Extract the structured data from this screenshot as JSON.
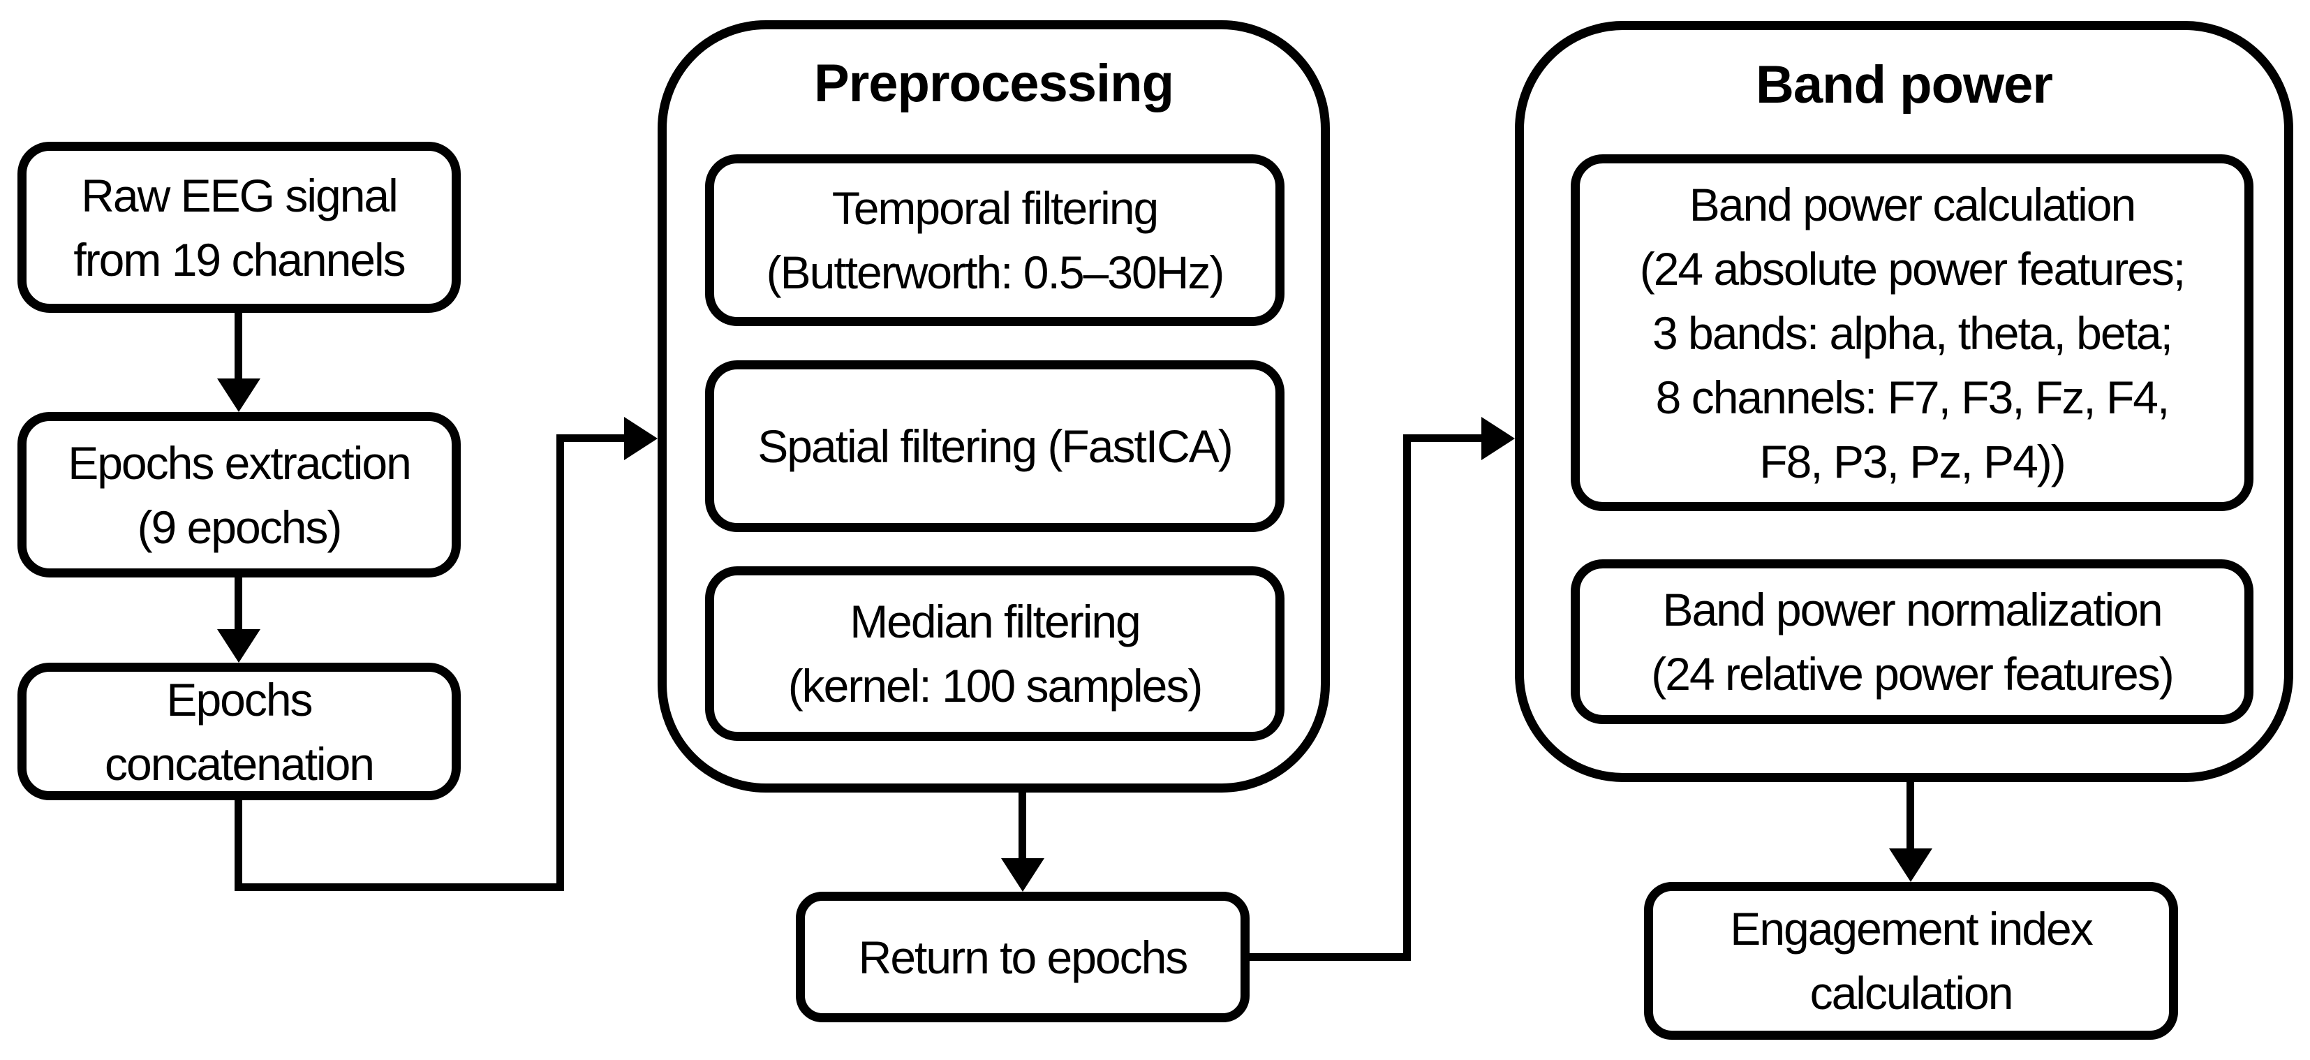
{
  "figure": {
    "left_boxes": [
      {
        "text": "Raw EEG signal\nfrom 19 channels"
      },
      {
        "text": "Epochs extraction\n(9 epochs)"
      },
      {
        "text": "Epochs\nconcatenation"
      }
    ],
    "preprocessing": {
      "title": "Preprocessing",
      "boxes": [
        {
          "text": "Temporal filtering\n(Butterworth: 0.5–30Hz)"
        },
        {
          "text": "Spatial filtering (FastICA)"
        },
        {
          "text": "Median filtering\n(kernel: 100 samples)"
        }
      ]
    },
    "return_box": {
      "text": "Return to epochs"
    },
    "band_power": {
      "title": "Band power",
      "boxes": [
        {
          "text": "Band power calculation\n(24 absolute power features;\n3 bands: alpha, theta, beta;\n8 channels: F7, F3, Fz, F4,\nF8, P3, Pz, P4))"
        },
        {
          "text": "Band power normalization\n(24 relative power features)"
        }
      ]
    },
    "engagement_box": {
      "text": "Engagement index\ncalculation"
    },
    "colors": {
      "stroke": "#000000",
      "background": "#ffffff"
    }
  }
}
